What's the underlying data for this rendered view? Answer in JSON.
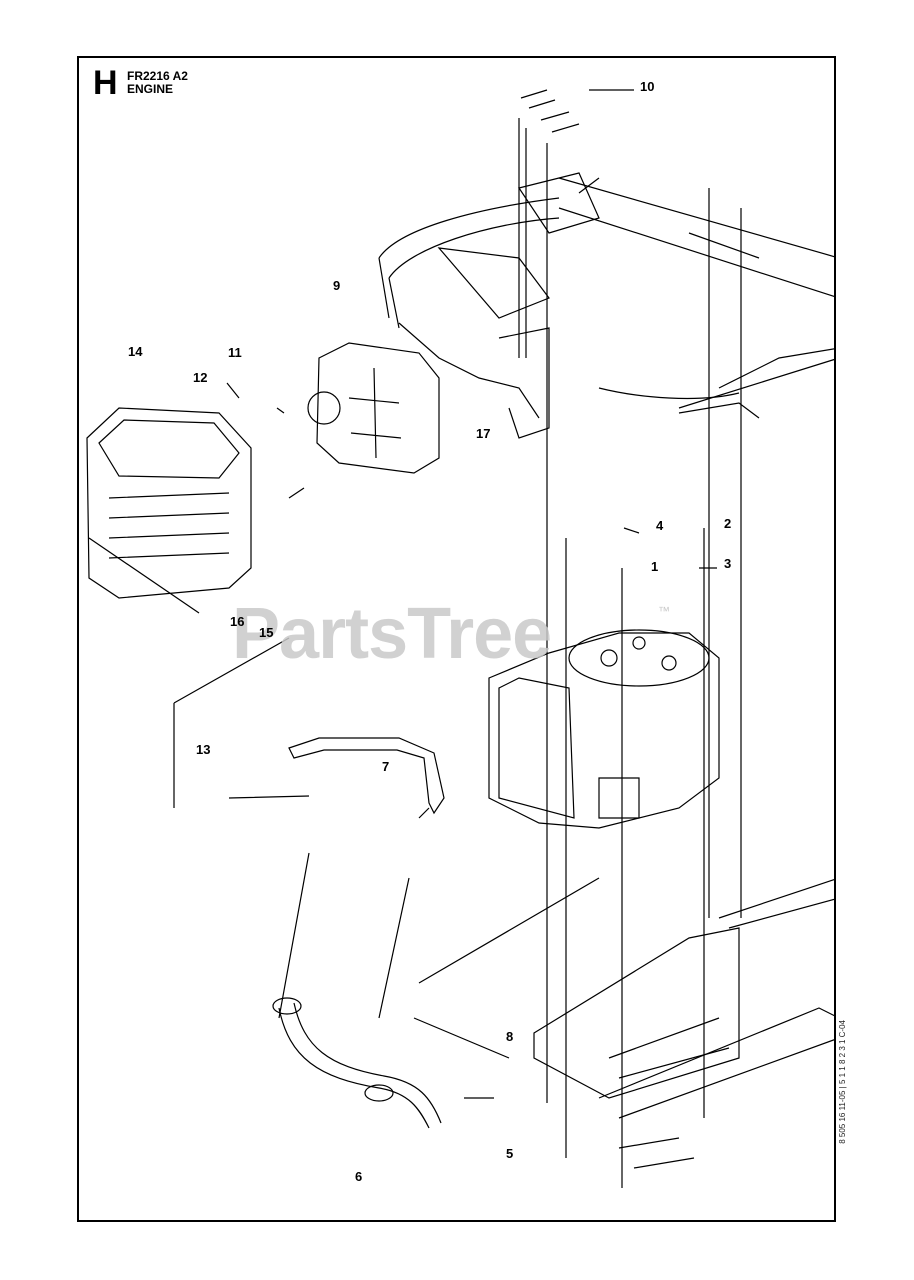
{
  "header": {
    "section_letter": "H",
    "model": "FR2216 A2",
    "title": "ENGINE"
  },
  "watermark": {
    "text": "PartsTree",
    "trademark": "™"
  },
  "side_code": "8 505 16 11-05 | 5 1 1 8 2 3 1 C-04",
  "callouts": {
    "c1": "1",
    "c2": "2",
    "c3": "3",
    "c4": "4",
    "c5": "5",
    "c6": "6",
    "c7": "7",
    "c8": "8",
    "c9": "9",
    "c10": "10",
    "c11": "11",
    "c12": "12",
    "c13": "13",
    "c14": "14",
    "c15": "15",
    "c16": "16",
    "c17": "17"
  },
  "colors": {
    "line": "#000000",
    "watermark": "#c9c9c9"
  }
}
